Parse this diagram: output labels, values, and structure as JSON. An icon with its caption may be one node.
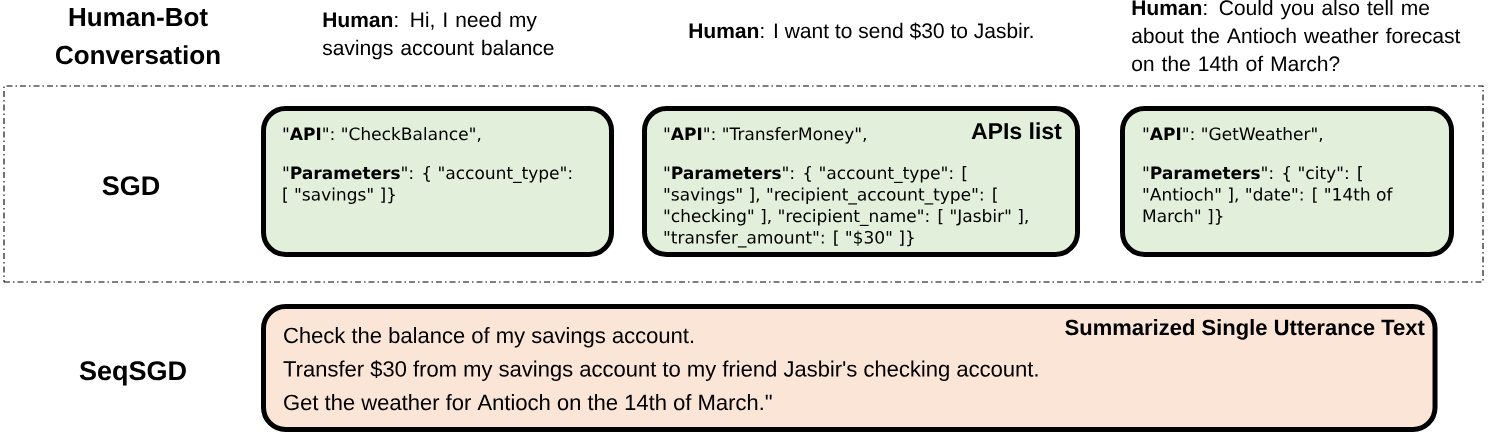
{
  "diagram": {
    "nodes": [
      {
        "text": [
          "SGD"
        ]
      },
      {
        "text": [
          "\"**API**\": \"CheckBalance\",",
          "\"**Parameters**\": { \"account_type\": [ \"savings\" ]}"
        ],
        "in": 0
      },
      {
        "text": [
          "\"**API**\": \"TransferMoney\",",
          "\"**Parameters**\": { \"account_type\": [ \"savings\" ], \"recipient_account_type\": [ \"checking\" ], \"recipient_name\": [ \"Jasbir\" ], \"transfer_amount\": [ \"$30\" ]}"
        ],
        "in": 0
      },
      {
        "text": [
          "\"**API**\": \"GetWeather\",",
          "\"**Parameters**\": { \"city\": [ \"Antioch\" ], \"date\": [ \"14th of March\" ]}"
        ],
        "in": 0
      },
      {
        "text": [
          "Summarized Single Utterance Text",
          "Check the balance of my savings account.",
          "Transfer $30 from my savings account to my friend Jasbir's checking account.",
          "Get the weather for Antioch on the 14th of March.\""
        ]
      }
    ],
    "labels": [
      "Human-Bot Conversation",
      "**Human**: Hi, I need my savings account balance",
      "**Human**: I want to send $30 to Jasbir.",
      "**Human**: Could you also tell me about the Antioch weather forecast on the 14th of March?",
      "APIs list",
      "SeqSGD"
    ]
  }
}
